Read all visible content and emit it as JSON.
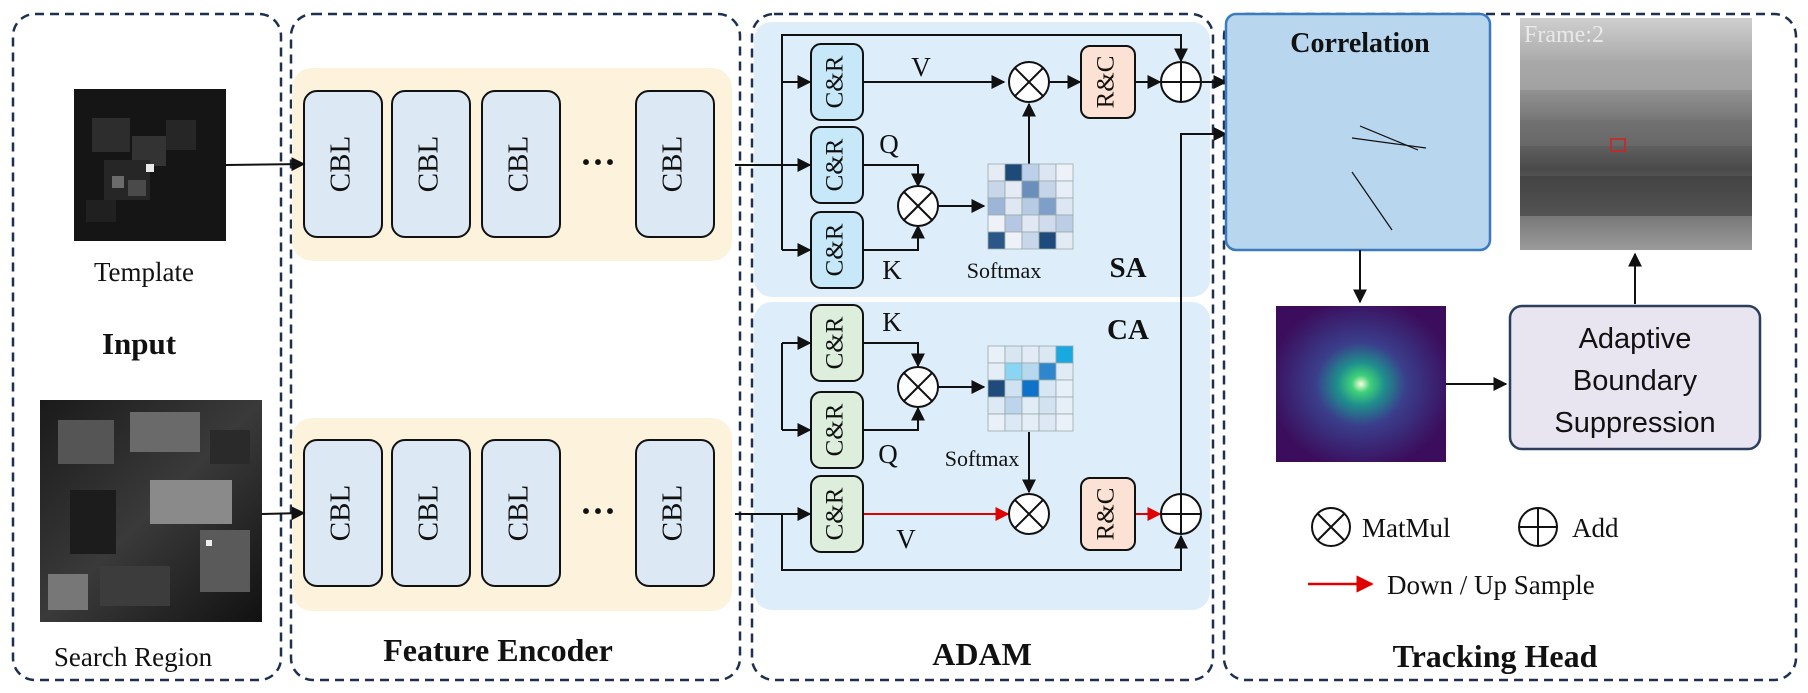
{
  "sections": {
    "input": {
      "title": "Input",
      "template_label": "Template",
      "search_label": "Search Region"
    },
    "encoder": {
      "title": "Feature Encoder",
      "block_label": "CBL",
      "ellipsis": "···"
    },
    "adam": {
      "title": "ADAM",
      "sa_label": "SA",
      "ca_label": "CA",
      "cr_label": "C&R",
      "rc_label": "R&C",
      "softmax_label": "Softmax",
      "v_label": "V",
      "q_label": "Q",
      "k_label": "K"
    },
    "tracking": {
      "title": "Tracking Head",
      "correlation_label": "Correlation",
      "abs_line1": "Adaptive",
      "abs_line2": "Boundary",
      "abs_line3": "Suppression",
      "frame_text": "Frame:2",
      "legend_matmul": "MatMul",
      "legend_add": "Add",
      "legend_sample": "Down / Up Sample"
    }
  },
  "colors": {
    "border_dash": "#1e3050",
    "encoder_bg": "#fdf3dc",
    "cbl_fill": "#dde8f5",
    "adam_bg": "#ddeefa",
    "cr_sa_fill": "#c6e8f8",
    "cr_ca_fill": "#deeedd",
    "rc_fill": "#fbe2d4",
    "correlation_bg": "#b9d6ef",
    "correlation_border": "#3a7abf",
    "abs_fill": "#e8e4f0",
    "abs_border": "#2b3f5c",
    "downsample_arrow": "#e00000"
  },
  "icons": [
    "matmul-icon",
    "add-icon",
    "arrow-icon"
  ]
}
